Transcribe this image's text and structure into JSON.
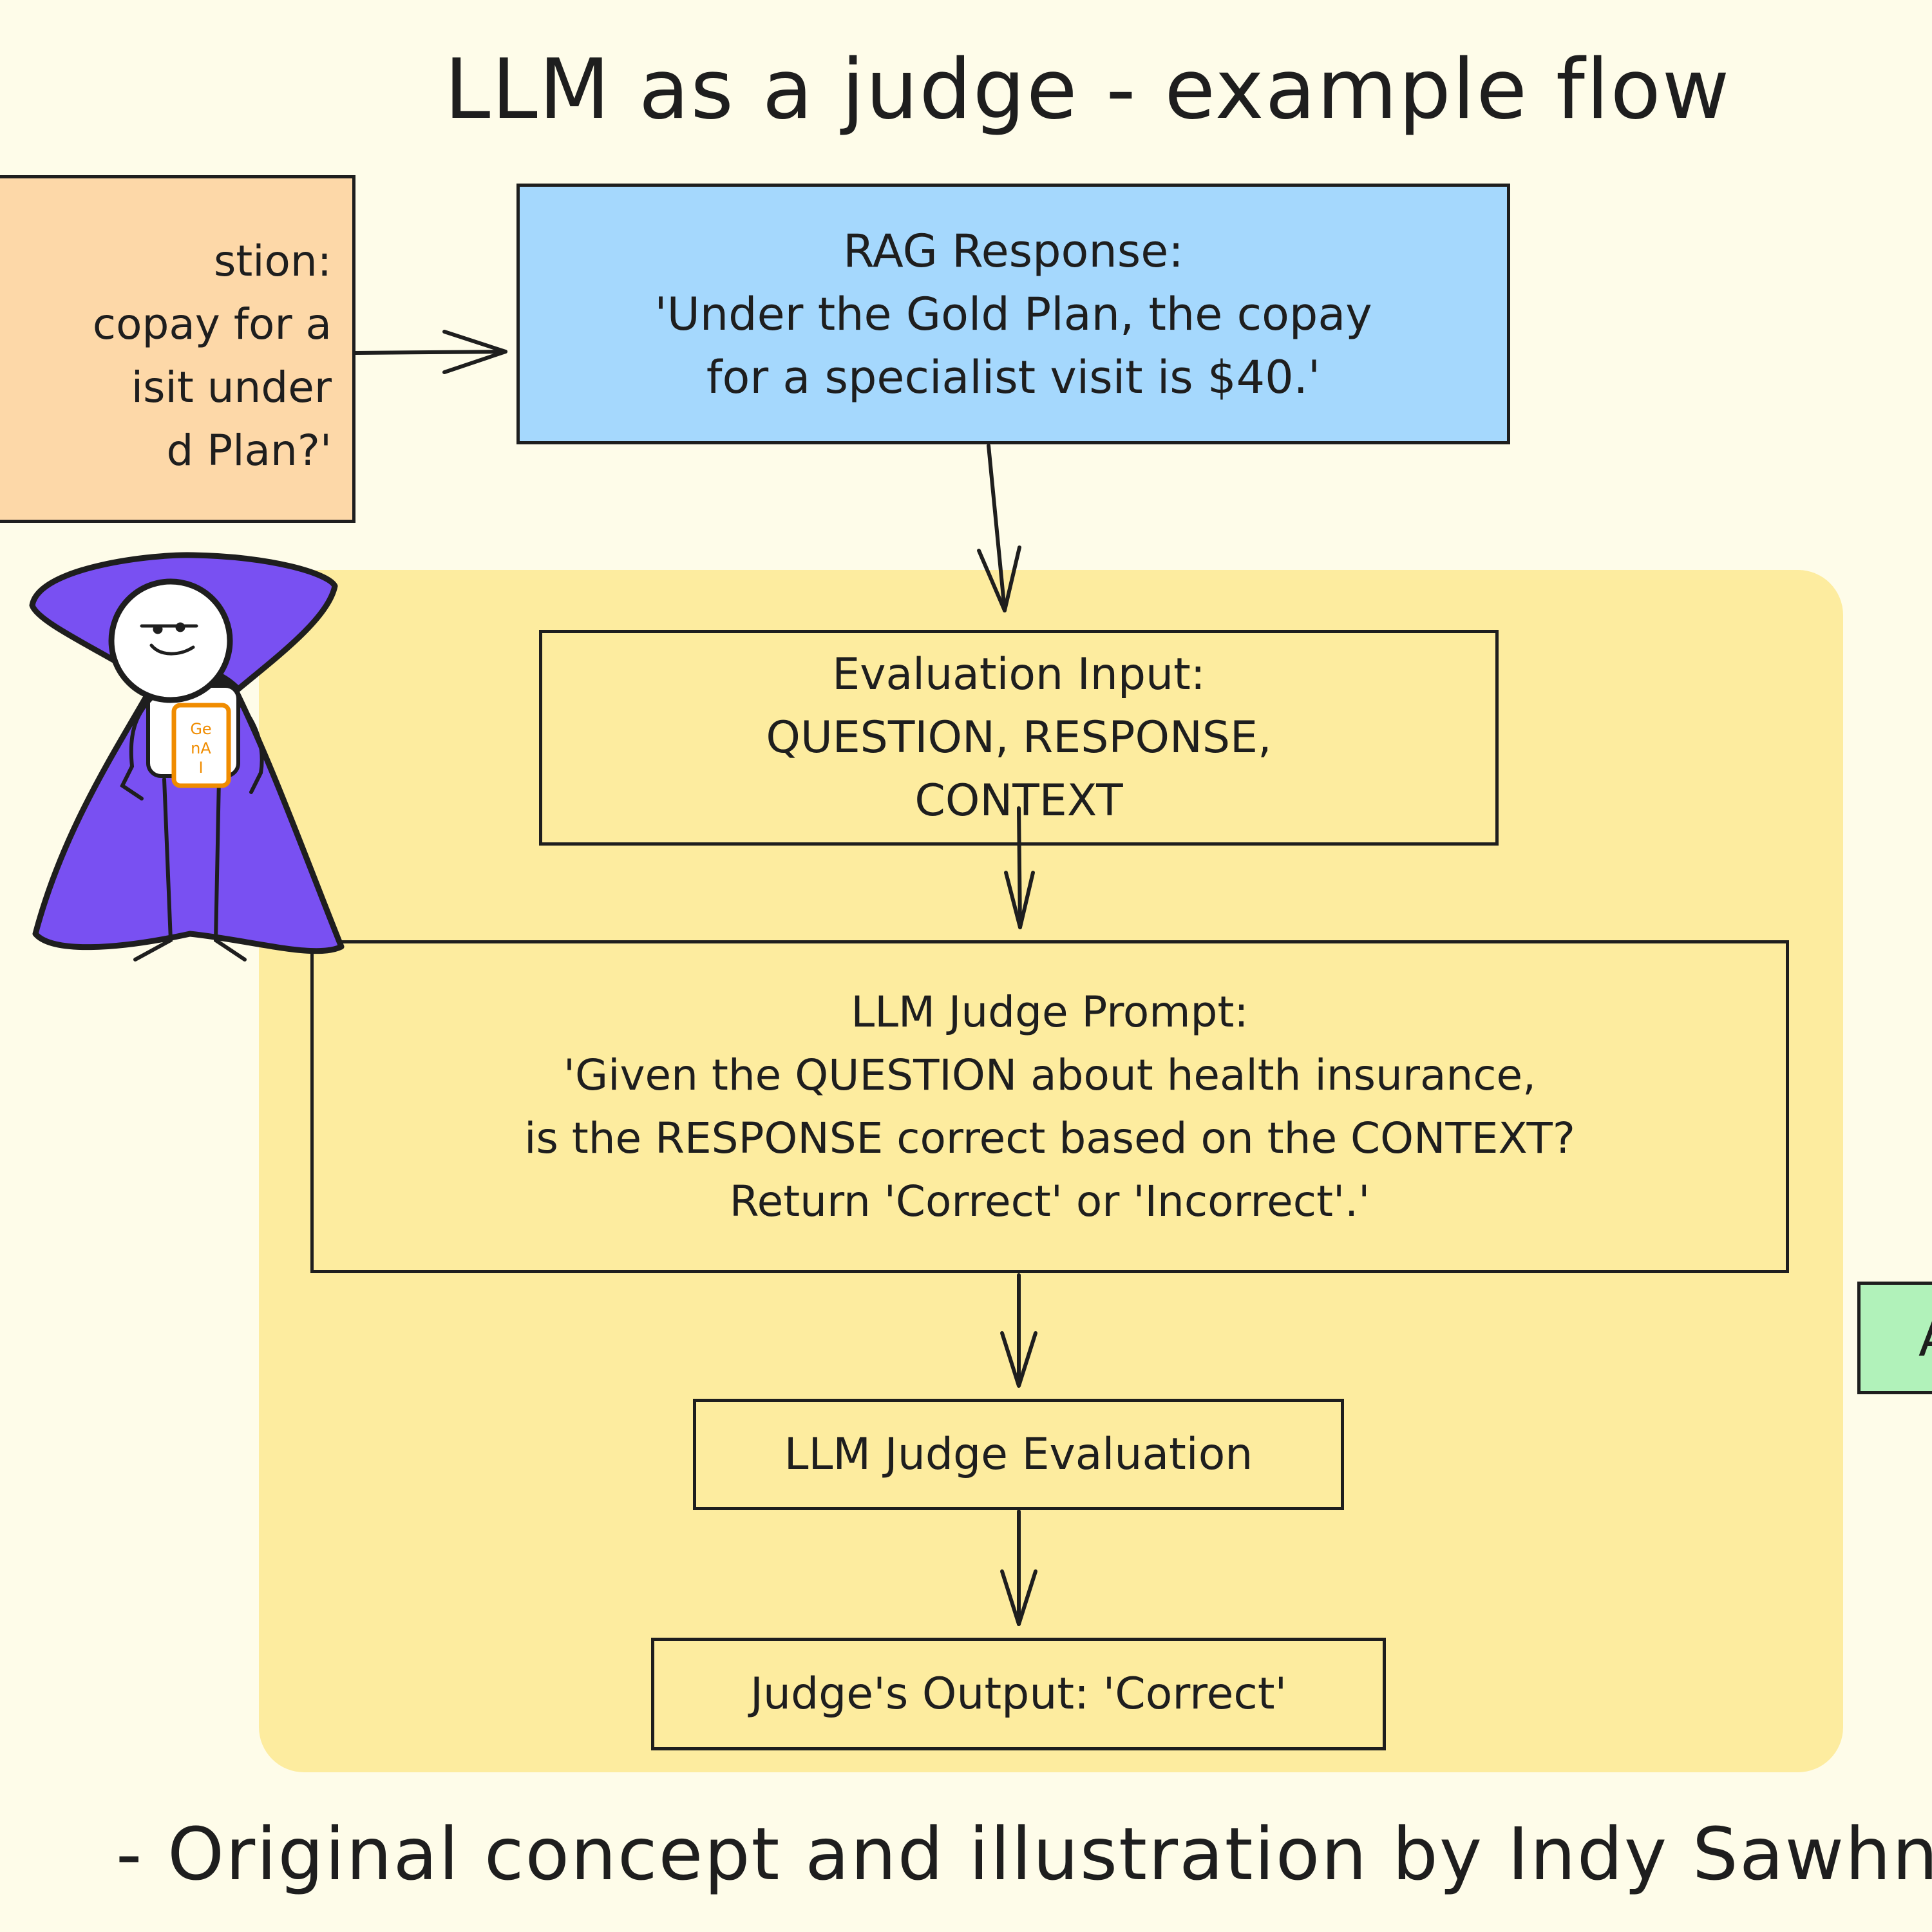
{
  "title": "LLM as a judge - example flow",
  "question_box": {
    "lines": [
      "stion:",
      "copay for a",
      "isit under",
      "d Plan?'"
    ]
  },
  "rag_response": {
    "heading": "RAG Response:",
    "lines": [
      "'Under the Gold Plan, the copay",
      "for a specialist visit is $40.'"
    ]
  },
  "evaluation_input": {
    "heading": "Evaluation Input:",
    "lines": [
      "QUESTION, RESPONSE,",
      "CONTEXT"
    ]
  },
  "judge_prompt": {
    "heading": "LLM Judge Prompt:",
    "lines": [
      "'Given the QUESTION about health insurance,",
      "is the RESPONSE correct based on the CONTEXT?",
      "Return 'Correct' or 'Incorrect'.'"
    ]
  },
  "judge_evaluation": {
    "label": "LLM Judge Evaluation"
  },
  "judge_output": {
    "label": "Judge's Output: 'Correct'"
  },
  "partial_green_box": {
    "label": "A"
  },
  "wizard": {
    "badge_text": [
      "Ge",
      "nA",
      "I"
    ]
  },
  "footer": "- Original concept and illustration by Indy Sawhn",
  "colors": {
    "background": "#fefce9",
    "question_fill": "#fdd8a8",
    "rag_fill": "#a5d8fd",
    "judge_region_fill": "#fdec9f",
    "green_fill": "#b1f2ba",
    "wizard_purple": "#7950f2",
    "badge_orange": "#f08c00",
    "stroke": "#1e1e1e"
  }
}
